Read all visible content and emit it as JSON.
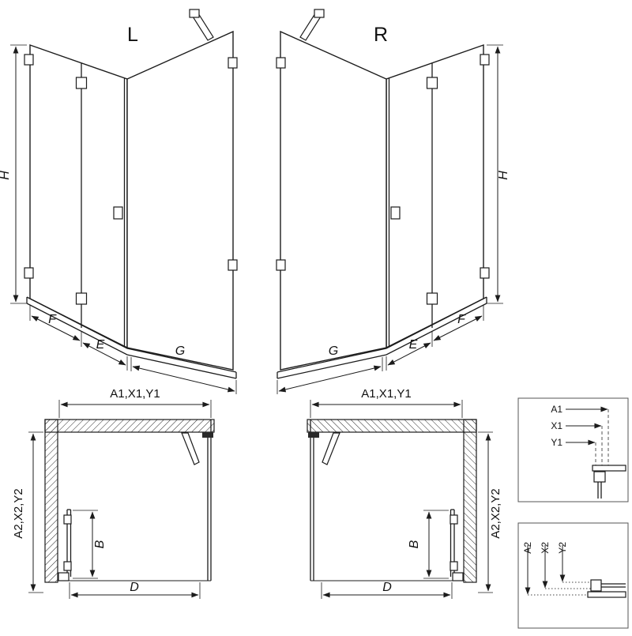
{
  "colors": {
    "line": "#1c1c1c",
    "background": "#ffffff"
  },
  "views": {
    "iso_left": {
      "label": "L",
      "dim_h": "H",
      "dim_f": "F",
      "dim_e": "E",
      "dim_g": "G"
    },
    "iso_right": {
      "label": "R",
      "dim_h": "H",
      "dim_f": "F",
      "dim_e": "E",
      "dim_g": "G"
    },
    "plan_left": {
      "dim_top": "A1,X1,Y1",
      "dim_side": "A2,X2,Y2",
      "dim_b": "B",
      "dim_d": "D"
    },
    "plan_right": {
      "dim_top": "A1,X1,Y1",
      "dim_side": "A2,X2,Y2",
      "dim_b": "B",
      "dim_d": "D"
    },
    "detail_top": {
      "dim_a1": "A1",
      "dim_x1": "X1",
      "dim_y1": "Y1"
    },
    "detail_bottom": {
      "dim_a2": "A2",
      "dim_x2": "X2",
      "dim_y2": "Y2"
    }
  }
}
